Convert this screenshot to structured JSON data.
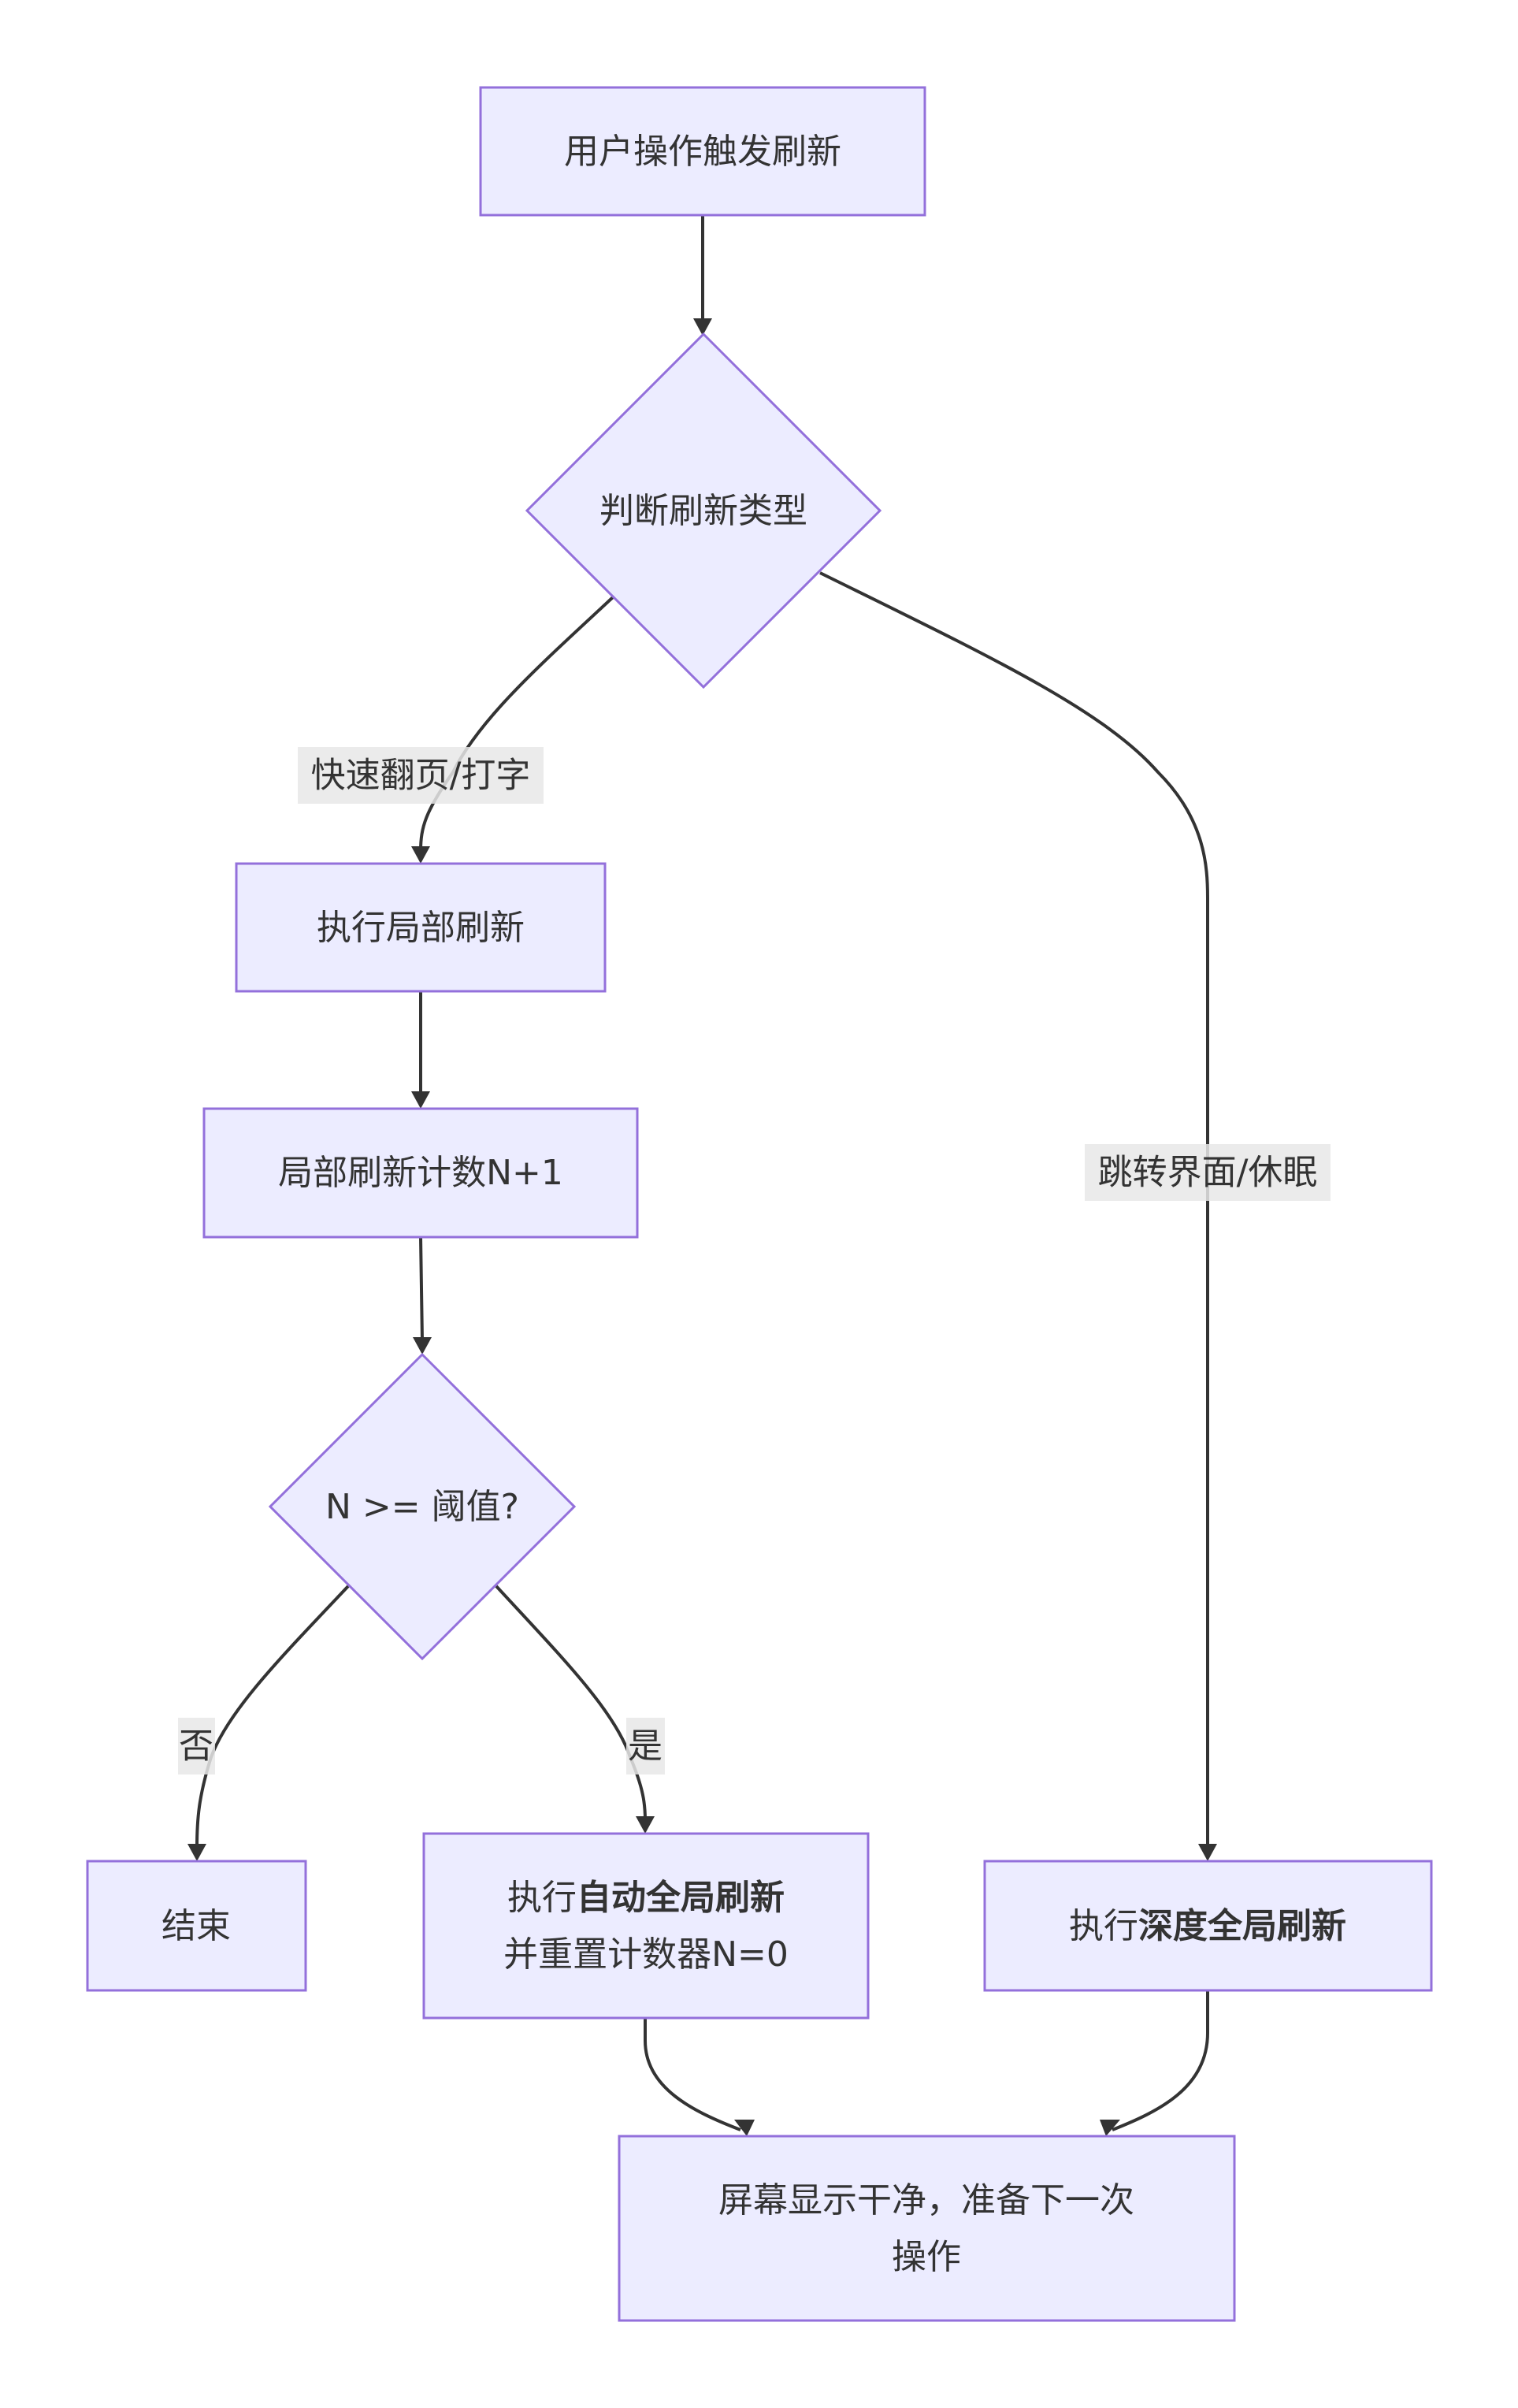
{
  "diagram": {
    "type": "flowchart",
    "direction": "top-down",
    "colors": {
      "node_fill": "#ECECFF",
      "node_stroke": "#9370DB",
      "edge": "#333333",
      "text": "#333333",
      "edge_label_bg": "#e8e8e8"
    },
    "nodes": {
      "start": {
        "shape": "rect",
        "lines": [
          [
            {
              "text": "用户操作触发刷新",
              "bold": false
            }
          ]
        ]
      },
      "decide_type": {
        "shape": "diamond",
        "lines": [
          [
            {
              "text": "判断刷新类型",
              "bold": false
            }
          ]
        ]
      },
      "partial_refresh": {
        "shape": "rect",
        "lines": [
          [
            {
              "text": "执行局部刷新",
              "bold": false
            }
          ]
        ]
      },
      "count_increment": {
        "shape": "rect",
        "lines": [
          [
            {
              "text": "局部刷新计数N+1",
              "bold": false
            }
          ]
        ]
      },
      "decide_threshold": {
        "shape": "diamond",
        "lines": [
          [
            {
              "text": "N >= 阈值?",
              "bold": false
            }
          ]
        ]
      },
      "end": {
        "shape": "rect",
        "lines": [
          [
            {
              "text": "结束",
              "bold": false
            }
          ]
        ]
      },
      "auto_full_refresh": {
        "shape": "rect",
        "lines": [
          [
            {
              "text": "执行",
              "bold": false
            },
            {
              "text": "自动全局刷新",
              "bold": true
            }
          ],
          [
            {
              "text": "并重置计数器N=0",
              "bold": false
            }
          ]
        ]
      },
      "deep_full_refresh": {
        "shape": "rect",
        "lines": [
          [
            {
              "text": "执行",
              "bold": false
            },
            {
              "text": "深度全局刷新",
              "bold": true
            }
          ]
        ]
      },
      "screen_clean": {
        "shape": "rect",
        "lines": [
          [
            {
              "text": "屏幕显示干净，准备下一次",
              "bold": false
            }
          ],
          [
            {
              "text": "操作",
              "bold": false
            }
          ]
        ]
      }
    },
    "edges": [
      {
        "from": "start",
        "to": "decide_type",
        "label": ""
      },
      {
        "from": "decide_type",
        "to": "partial_refresh",
        "label": "快速翻页/打字"
      },
      {
        "from": "decide_type",
        "to": "deep_full_refresh",
        "label": "跳转界面/休眠"
      },
      {
        "from": "partial_refresh",
        "to": "count_increment",
        "label": ""
      },
      {
        "from": "count_increment",
        "to": "decide_threshold",
        "label": ""
      },
      {
        "from": "decide_threshold",
        "to": "end",
        "label": "否"
      },
      {
        "from": "decide_threshold",
        "to": "auto_full_refresh",
        "label": "是"
      },
      {
        "from": "auto_full_refresh",
        "to": "screen_clean",
        "label": ""
      },
      {
        "from": "deep_full_refresh",
        "to": "screen_clean",
        "label": ""
      }
    ]
  }
}
